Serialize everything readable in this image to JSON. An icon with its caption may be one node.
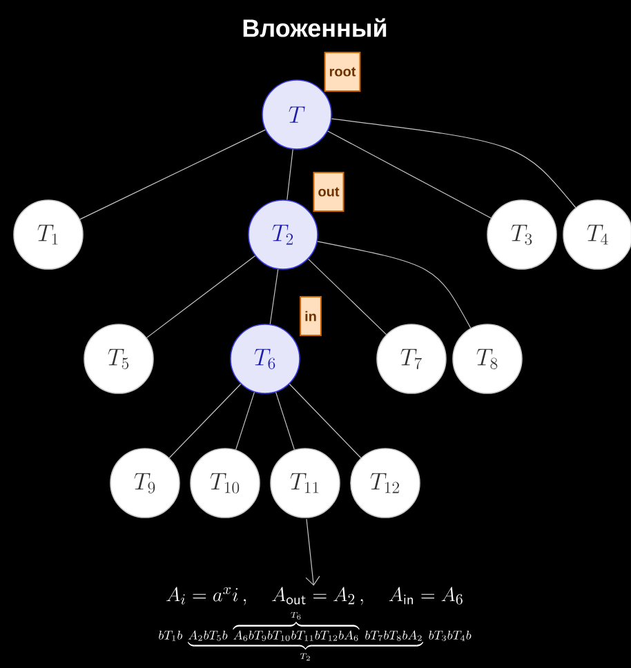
{
  "diagram": {
    "title": "Вложенный",
    "nodes": [
      {
        "text": [
          "T"
        ],
        "beside": [
          "root"
        ]
      },
      {
        "text": [
          "T_1"
        ]
      },
      {
        "text": [
          "T_2"
        ],
        "beside": [
          "out"
        ]
      },
      {
        "text": [
          "T_3"
        ]
      },
      {
        "text": [
          "T_4"
        ]
      },
      {
        "text": [
          "T_5"
        ]
      },
      {
        "text": [
          "T_6"
        ],
        "beside": [
          "in"
        ]
      },
      {
        "text": [
          "T_7"
        ]
      },
      {
        "text": [
          "T_8"
        ]
      },
      {
        "text": [
          "T_9"
        ]
      },
      {
        "text": [
          "T_{10}"
        ]
      },
      {
        "text": [
          "T_{11}"
        ]
      },
      {
        "text": [
          "T_{12}"
        ]
      },
      {
        "text": [
          "A_i = a^{x}i\\,,\\quad A_{\\mathsf{out}} = A_2\\,,\\quad A_{\\mathsf{in}} = A_6"
        ]
      }
    ],
    "edges": [
      {
        "from": 0,
        "to": 1,
        "arrow": "none"
      },
      {
        "from": 0,
        "to": 2,
        "arrow": "none"
      },
      {
        "from": 0,
        "to": 3,
        "arrow": "none"
      },
      {
        "from": 0,
        "to": 4,
        "arrow": "none"
      },
      {
        "from": 2,
        "to": 5,
        "arrow": "none"
      },
      {
        "from": 2,
        "to": 6,
        "arrow": "none"
      },
      {
        "from": 2,
        "to": 7,
        "arrow": "none"
      },
      {
        "from": 2,
        "to": 8,
        "arrow": "none"
      },
      {
        "from": 6,
        "to": 9,
        "arrow": "none"
      },
      {
        "from": 6,
        "to": 10,
        "arrow": "none"
      },
      {
        "from": 6,
        "to": 11,
        "arrow": "none"
      },
      {
        "from": 6,
        "to": 12,
        "arrow": "none"
      },
      {
        "from": 11,
        "to": 13,
        "arrow": "to"
      }
    ],
    "labels": [
      "bT_1b\\ \\underbrace{A_2bT_5b\\ \\overbrace{A_6bT_9bT_{10}bT_{11}bT_{12}bA_6}^{T_6}\\ bT_7bT_8bA_2}_{T_2}\\ bT_3bT_4b"
    ]
  }
}
